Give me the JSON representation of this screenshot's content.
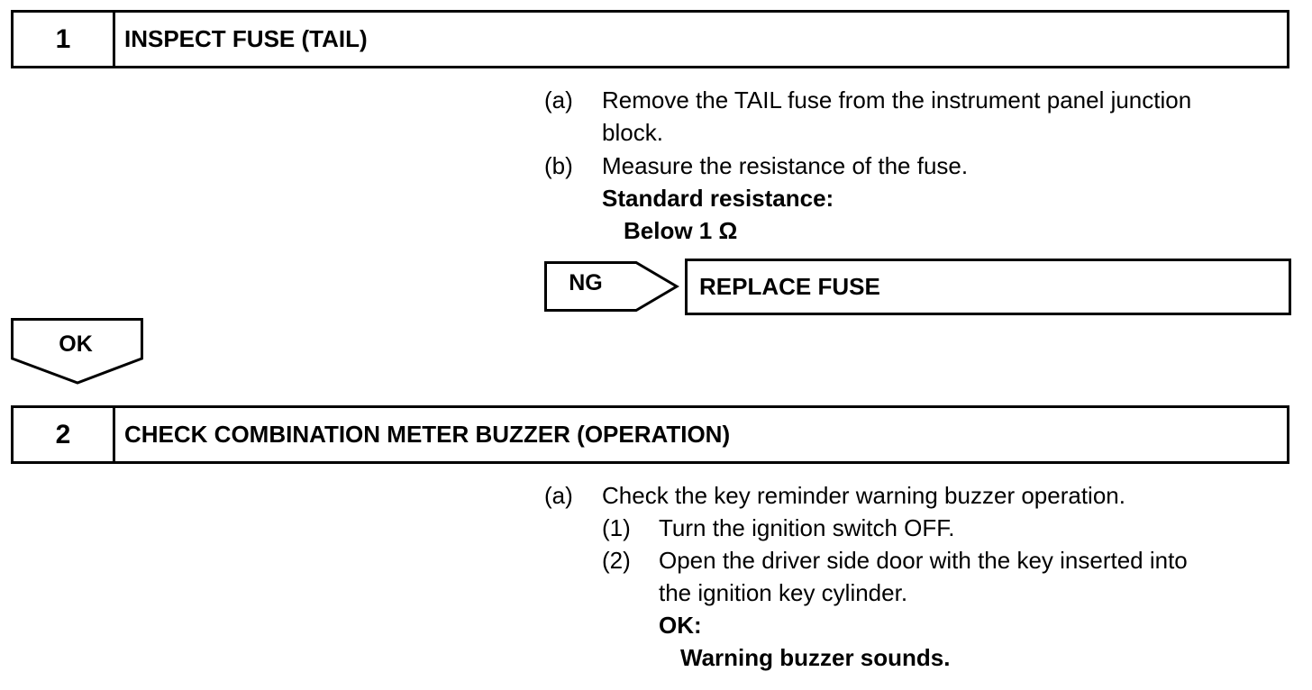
{
  "step1": {
    "number": "1",
    "title": "INSPECT FUSE (TAIL)",
    "a_marker": "(a)",
    "a_text_line1": "Remove the TAIL fuse from the instrument panel junction",
    "a_text_line2": "block.",
    "b_marker": "(b)",
    "b_text": "Measure the resistance of the fuse.",
    "spec_label": "Standard resistance:",
    "spec_value": "Below 1 Ω",
    "ng_label": "NG",
    "ng_result": "REPLACE FUSE",
    "ok_label": "OK"
  },
  "step2": {
    "number": "2",
    "title": "CHECK COMBINATION METER BUZZER (OPERATION)",
    "a_marker": "(a)",
    "a_text": "Check the key reminder warning buzzer operation.",
    "sub1_marker": "(1)",
    "sub1_text": "Turn the ignition switch OFF.",
    "sub2_marker": "(2)",
    "sub2_text_line1": "Open the driver side door with the key inserted into",
    "sub2_text_line2": "the ignition key cylinder.",
    "ok_label": "OK:",
    "ok_value": "Warning buzzer sounds."
  }
}
